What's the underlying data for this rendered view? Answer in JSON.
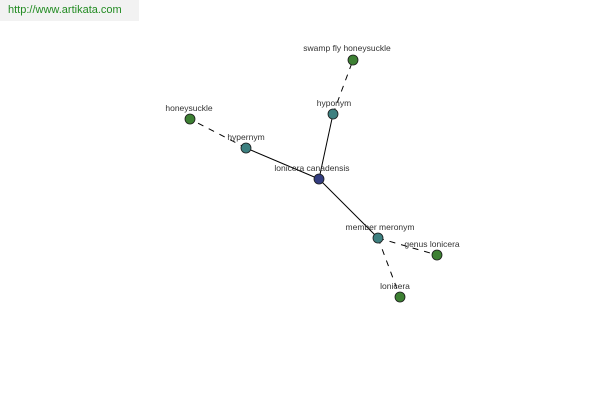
{
  "banner": {
    "url_text": "http://www.artikata.com"
  },
  "colors": {
    "banner_text": "#228b22",
    "banner_bg": "#f2f2f2",
    "center_node": "#333d80",
    "relation_node": "#3d8080",
    "leaf_node": "#3d8033",
    "edge": "#000000"
  },
  "graph": {
    "nodes": [
      {
        "id": "center",
        "label": "lonicera canadensis",
        "kind": "center"
      },
      {
        "id": "hyponym",
        "label": "hyponym",
        "kind": "relation"
      },
      {
        "id": "hypernym",
        "label": "hypernym",
        "kind": "relation"
      },
      {
        "id": "member-meronym",
        "label": "member meronym",
        "kind": "relation"
      },
      {
        "id": "swamp-fly-honeysuckle",
        "label": "swamp fly honeysuckle",
        "kind": "leaf"
      },
      {
        "id": "honeysuckle",
        "label": "honeysuckle",
        "kind": "leaf"
      },
      {
        "id": "genus-lonicera",
        "label": "genus lonicera",
        "kind": "leaf"
      },
      {
        "id": "lonicera",
        "label": "lonicera",
        "kind": "leaf"
      }
    ],
    "edges": [
      {
        "from": "center",
        "to": "hyponym",
        "style": "solid"
      },
      {
        "from": "center",
        "to": "hypernym",
        "style": "solid"
      },
      {
        "from": "center",
        "to": "member-meronym",
        "style": "solid"
      },
      {
        "from": "hyponym",
        "to": "swamp-fly-honeysuckle",
        "style": "dashed"
      },
      {
        "from": "hypernym",
        "to": "honeysuckle",
        "style": "dashed"
      },
      {
        "from": "member-meronym",
        "to": "genus-lonicera",
        "style": "dashed"
      },
      {
        "from": "member-meronym",
        "to": "lonicera",
        "style": "dashed"
      }
    ]
  }
}
